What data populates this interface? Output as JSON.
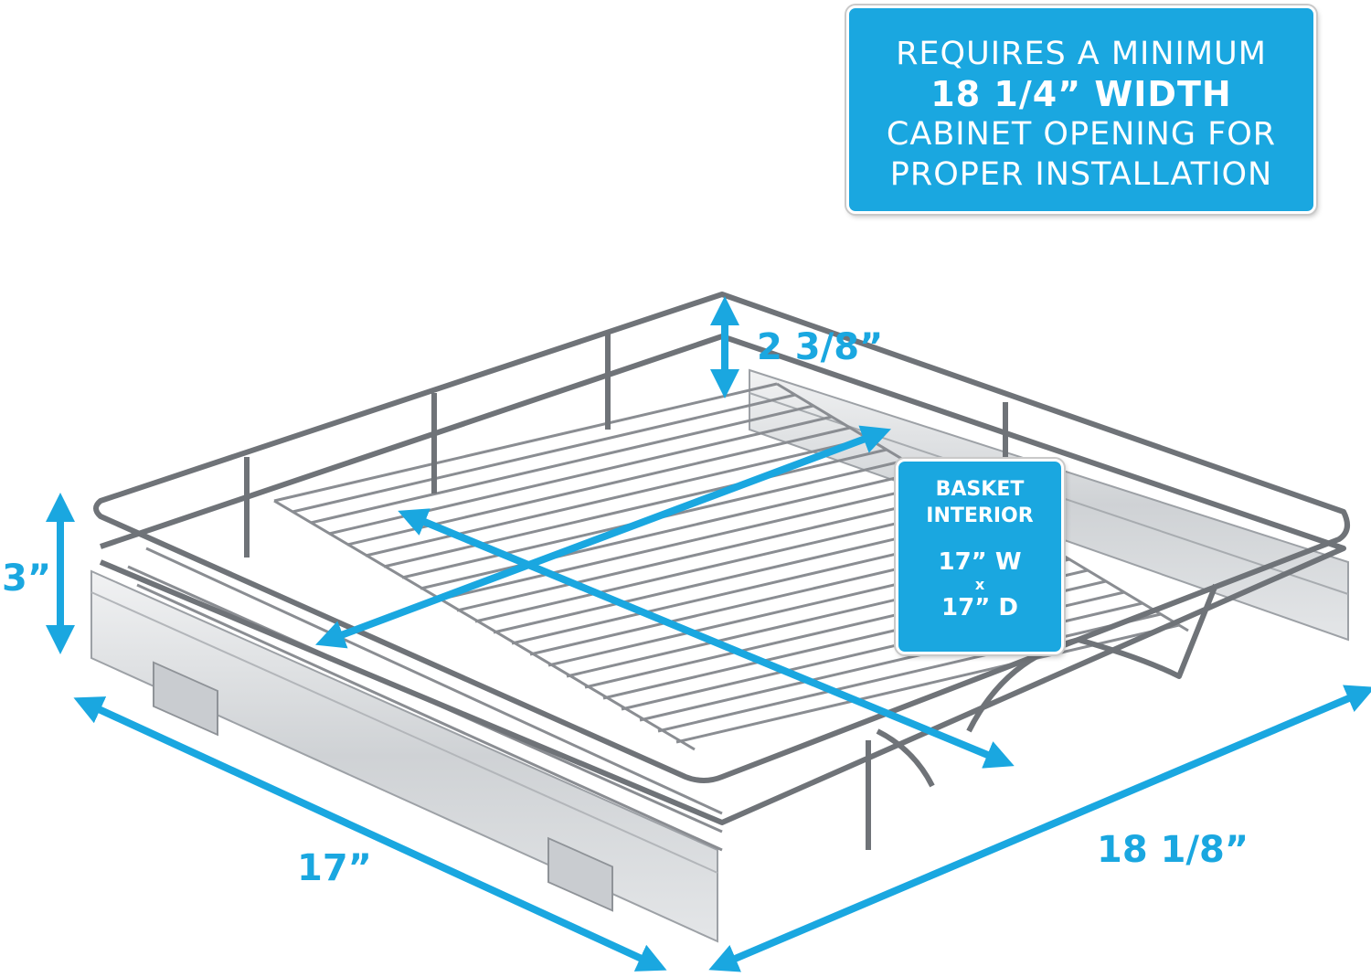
{
  "callout": {
    "line1": "REQUIRES A MINIMUM",
    "line2": "18 1/4” WIDTH",
    "line3": "CABINET OPENING FOR",
    "line4": "PROPER INSTALLATION"
  },
  "interior_box": {
    "title1": "BASKET",
    "title2": "INTERIOR",
    "width": "17” W",
    "x": "x",
    "depth": "17” D"
  },
  "dimensions": {
    "basket_height": "2 3/8”",
    "overall_height": "3”",
    "width": "17”",
    "depth": "18 1/8”"
  },
  "colors": {
    "accent": "#1aa7e0",
    "chrome": "#8a8d92",
    "rail": "#d7d9dc"
  },
  "icons": {
    "product": "pull-out-wire-basket-drawing"
  }
}
